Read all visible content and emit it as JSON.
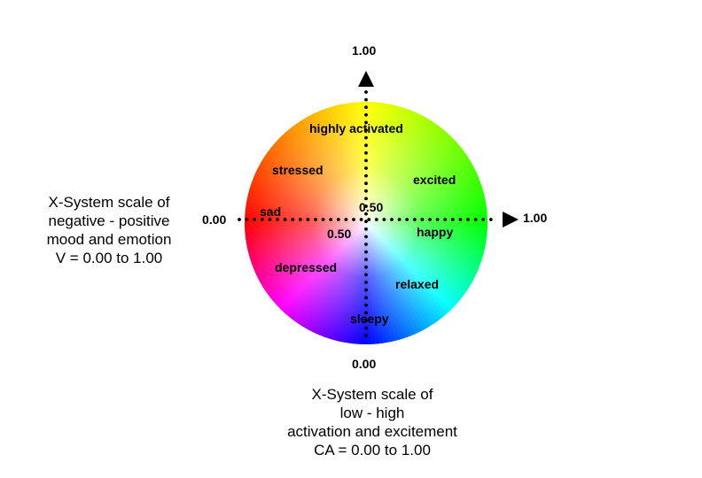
{
  "axes": {
    "vertical_top": "1.00",
    "vertical_bottom": "0.00",
    "horizontal_left": "0.00",
    "horizontal_right": "1.00",
    "center_upper": "0.50",
    "center_lower": "0.50"
  },
  "emotions": {
    "highly_activated": "highly activated",
    "stressed": "stressed",
    "excited": "excited",
    "sad": "sad",
    "happy": "happy",
    "depressed": "depressed",
    "relaxed": "relaxed",
    "sleepy": "sleepy"
  },
  "left_caption": {
    "line1": "X-System scale of",
    "line2": "negative - positive",
    "line3": "mood and emotion",
    "line4": "V = 0.00 to 1.00"
  },
  "bottom_caption": {
    "line1": "X-System scale of",
    "line2": "low - high",
    "line3": "activation and excitement",
    "line4": "CA = 0.00 to 1.00"
  }
}
